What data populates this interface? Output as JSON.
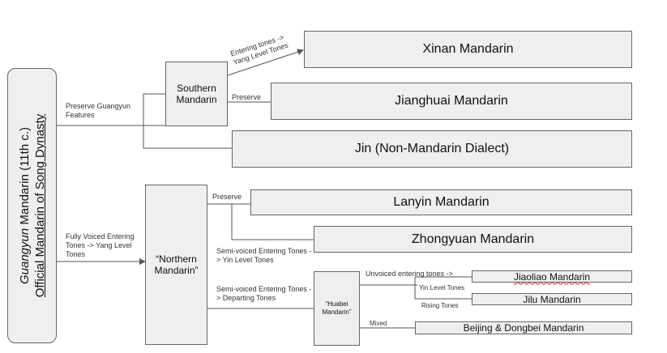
{
  "root": {
    "title_italic": "Guangyun",
    "title_rest": " Mandarin (11th c.)",
    "subtitle": "Official Mandarin of Song Dynasty"
  },
  "nodes": {
    "southern": "Southern Mandarin",
    "northern": "“Northern Mandarin”",
    "huabei": "“Huabei Mandarin”",
    "xinan": "Xinan Mandarin",
    "jianghuai": "Jianghuai Mandarin",
    "jin": "Jin (Non-Mandarin Dialect)",
    "lanyin": "Lanyin Mandarin",
    "zhongyuan": "Zhongyuan Mandarin",
    "jiaoliao": "Jiaoliao Mandarin",
    "jilu": "Jilu Mandarin",
    "beijing": "Beijing & Dongbei Mandarin"
  },
  "edge_labels": {
    "preserve_guangyun": "Preserve Guangyun Features",
    "fully_voiced": "Fully Voiced Entering Tones -> Yang Level Tones",
    "entering_yang": "Entering tones -> Yang Level Tones",
    "preserve_south": "Preserve",
    "preserve_north": "Preserve",
    "semi_yin": "Semi-voiced Entering Tones -> Yin Level Tones",
    "semi_departing": "Semi-voiced Entering Tones -> Departing Tones",
    "unvoiced": "Unvoiced entering tones ->",
    "yin_level": "Yin Level Tones",
    "rising": "Rising Tones",
    "mixed": "Mixed"
  }
}
